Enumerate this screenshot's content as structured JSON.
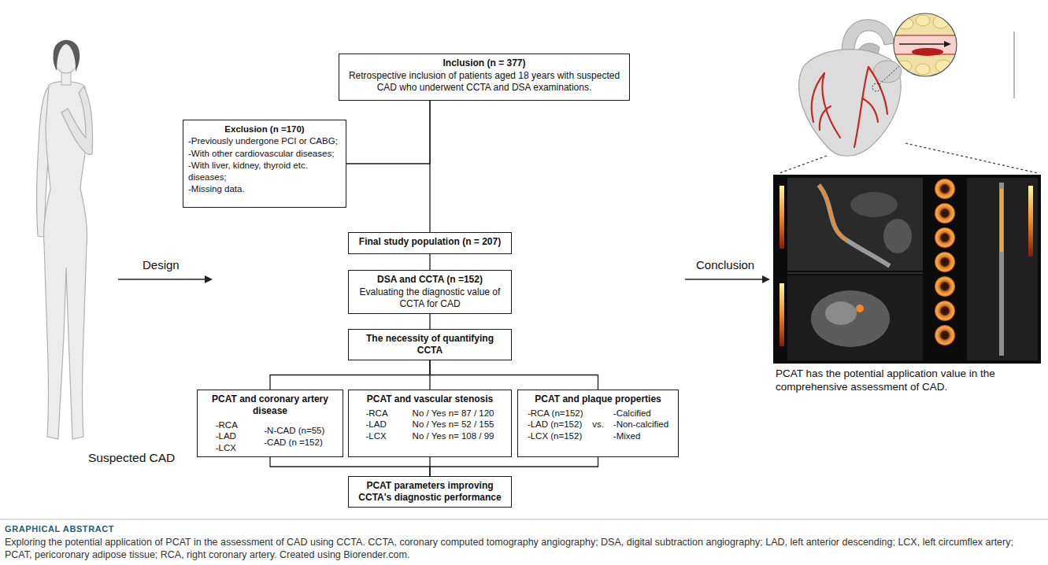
{
  "diagram": {
    "title": "GRAPHICAL ABSTRACT",
    "caption": "Exploring the potential application of PCAT in the assessment of CAD using CCTA. CCTA, coronary computed tomography angiography; DSA, digital subtraction angiography; LAD, left anterior descending; LCX, left circumflex artery; PCAT, pericoronary adipose tissue; RCA, right coronary artery. Created using Biorender.com.",
    "nodes": [
      {
        "text": [
          "Inclusion (n = 377)",
          "Retrospective inclusion of patients aged 18 years with suspected CAD who underwent CCTA and DSA examinations."
        ]
      },
      {
        "text": [
          "Exclusion (n =170)",
          "-Previously undergone PCI or CABG;",
          "-With other cardiovascular diseases;",
          "-With liver, kidney, thyroid etc. diseases;",
          "-Missing data."
        ]
      },
      {
        "text": [
          "Final study population (n = 207)"
        ]
      },
      {
        "text": [
          "DSA and CCTA (n =152)",
          "Evaluating the diagnostic value of CCTA for CAD"
        ]
      },
      {
        "text": [
          "The necessity of quantifying CCTA"
        ]
      },
      {
        "text": [
          "PCAT and coronary artery disease",
          "-RCA",
          "-LAD",
          "-LCX",
          "-N-CAD (n=55)",
          "-CAD (n =152)"
        ]
      },
      {
        "text": [
          "PCAT and vascular stenosis",
          "-RCA",
          "-LAD",
          "-LCX",
          "No / Yes n= 87 / 120",
          "No / Yes n= 52 / 155",
          "No / Yes n= 108 / 99"
        ]
      },
      {
        "text": [
          "PCAT and plaque properties",
          "-RCA (n=152)",
          "-LAD (n=152)",
          "-LCX (n=152)",
          "vs.",
          "-Calcified",
          "-Non-calcified",
          "-Mixed"
        ]
      },
      {
        "text": [
          "PCAT parameters improving CCTA's diagnostic performance"
        ]
      }
    ],
    "edges": [
      {
        "from": 0,
        "to": 1,
        "arrow": "none"
      },
      {
        "from": 0,
        "to": 2,
        "arrow": "none"
      },
      {
        "from": 2,
        "to": 3,
        "arrow": "none"
      },
      {
        "from": 3,
        "to": 4,
        "arrow": "none"
      },
      {
        "from": 4,
        "to": 5,
        "arrow": "none"
      },
      {
        "from": 4,
        "to": 6,
        "arrow": "none"
      },
      {
        "from": 4,
        "to": 7,
        "arrow": "none"
      },
      {
        "from": 5,
        "to": 8,
        "arrow": "none"
      },
      {
        "from": 6,
        "to": 8,
        "arrow": "none"
      },
      {
        "from": 7,
        "to": 8,
        "arrow": "none"
      }
    ],
    "labels": [
      "Suspected CAD",
      "Design",
      "Conclusion",
      "PCAT has the potential application value in the comprehensive assessment of CAD."
    ]
  }
}
